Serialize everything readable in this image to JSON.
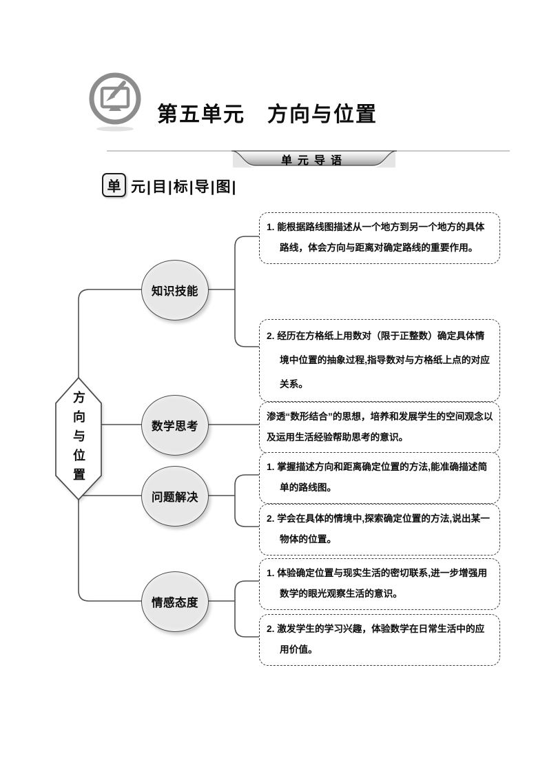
{
  "header": {
    "title": "第五单元　方向与位置",
    "logo_icon": "monitor-pencil-icon"
  },
  "banner": {
    "label": "单元导语"
  },
  "section_heading": {
    "lead_char": "单",
    "rest": "元|目|标|导|图|"
  },
  "diagram": {
    "root_label": "方向与位置",
    "branches": [
      {
        "label": "知识技能",
        "items": [
          "1. 能根据路线图描述从一个地方到另一个地方的具体路线，体会方向与距离对确定路线的重要作用。",
          "2. 经历在方格纸上用数对（限于正整数）确定具体情境中位置的抽象过程,指导数对与方格纸上点的对应关系。"
        ]
      },
      {
        "label": "数学思考",
        "items": [
          "渗透“数形结合”的思想，培养和发展学生的空间观念以及运用生活经验帮助思考的意识。"
        ]
      },
      {
        "label": "问题解决",
        "items": [
          "1. 掌握描述方向和距离确定位置的方法,能准确描述简单的路线图。",
          "2. 学会在具体的情境中,探索确定位置的方法,说出某一物体的位置。"
        ]
      },
      {
        "label": "情感态度",
        "items": [
          "1. 体验确定位置与现实生活的密切联系,进一步增强用数学的眼光观察生活的意识。",
          "2. 激发学生的学习兴趣，体验数学在日常生活中的应用价值。"
        ]
      }
    ]
  },
  "colors": {
    "line_gray": "#4f4f4f",
    "node_fill": "#e7e7e7",
    "banner_fill_dark": "#9b9b9b"
  }
}
